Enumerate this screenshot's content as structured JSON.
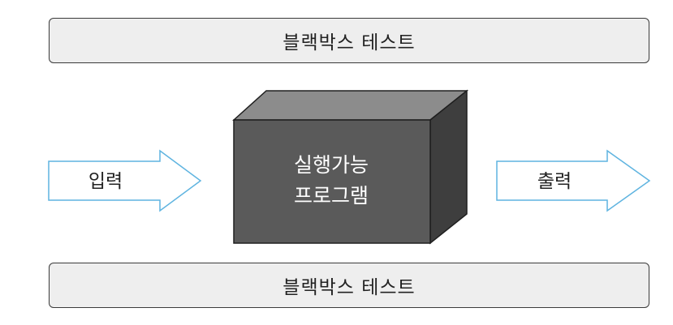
{
  "banners": {
    "top": "블랙박스 테스트",
    "bottom": "블랙박스 테스트"
  },
  "input_arrow": {
    "label": "입력"
  },
  "output_arrow": {
    "label": "출력"
  },
  "box": {
    "line1": "실행가능",
    "line2": "프로그램"
  },
  "colors": {
    "arrow_stroke": "#5fb4e0",
    "box_front": "#5a5a5a",
    "box_top": "#8c8c8c",
    "box_side": "#3e3e3e",
    "banner_fill": "#eeeeee"
  }
}
